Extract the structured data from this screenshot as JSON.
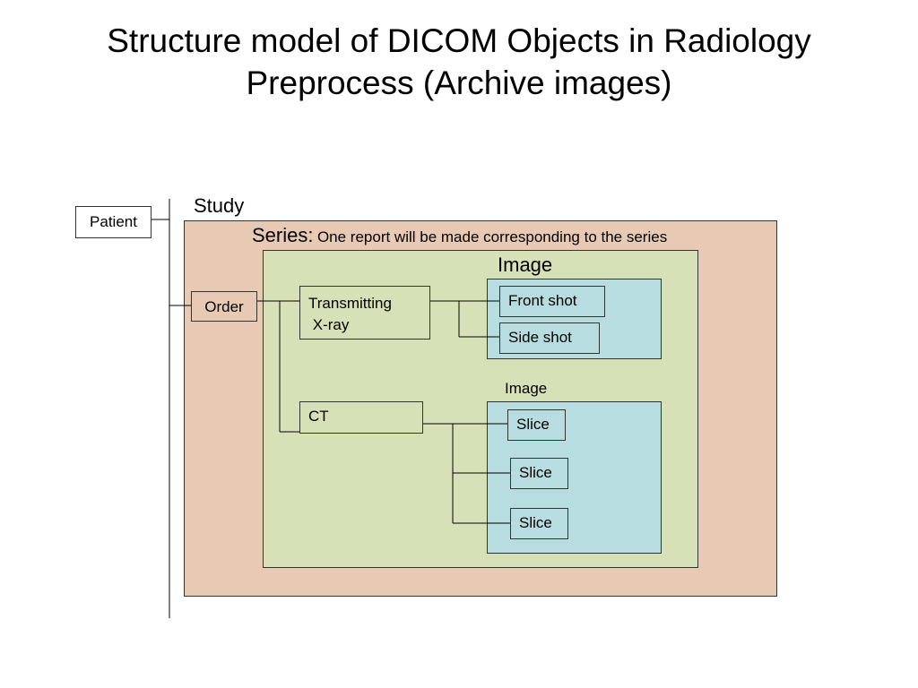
{
  "title": {
    "line1": "Structure model of DICOM Objects in Radiology",
    "line2": "Preprocess (Archive images)"
  },
  "labels": {
    "study": "Study",
    "series_prefix": "Series:",
    "series_note": "One report will be made corresponding to the series",
    "image_1": "Image",
    "image_2": "Image"
  },
  "nodes": {
    "patient": "Patient",
    "order": "Order",
    "transmitting_line1": "Transmitting",
    "transmitting_line2": " X-ray",
    "ct": "CT",
    "front_shot": "Front shot",
    "side_shot": "Side shot",
    "slice_1": "Slice",
    "slice_2": "Slice",
    "slice_3": "Slice"
  },
  "colors": {
    "study_fill": "#e8c9b4",
    "series_fill": "#d7e1b8",
    "image_fill": "#b8dde0"
  }
}
